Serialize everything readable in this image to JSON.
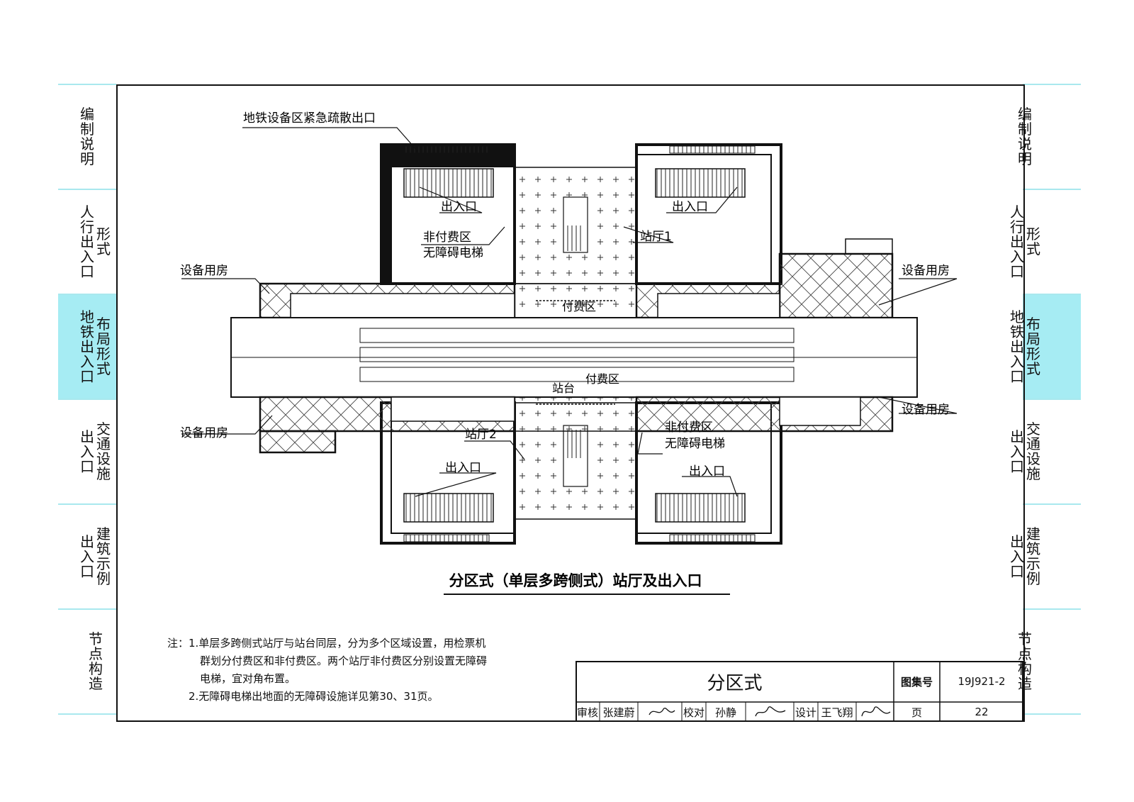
{
  "side_tabs": [
    {
      "lines": [
        "编制说明"
      ]
    },
    {
      "lines": [
        "人行出入口",
        "形式"
      ]
    },
    {
      "lines": [
        "地铁出入口",
        "布局形式"
      ],
      "active": true
    },
    {
      "lines": [
        "出入口",
        "交通设施"
      ]
    },
    {
      "lines": [
        "出入口",
        "建筑示例"
      ]
    },
    {
      "lines": [
        "节点构造"
      ]
    }
  ],
  "labels": {
    "emergency_exit": "地铁设备区紧急疏散出口",
    "exit_tl": "出入口",
    "exit_tr": "出入口",
    "exit_bl": "出入口",
    "exit_br": "出入口",
    "nonpaid_tl": "非付费区",
    "elevator_tl": "无障碍电梯",
    "nonpaid_br": "非付费区",
    "elevator_br": "无障碍电梯",
    "hall1": "站厅1",
    "hall2": "站厅2",
    "paid_top": "付费区",
    "paid_bottom": "付费区",
    "platform": "站台",
    "equip_tl": "设备用房",
    "equip_tr": "设备用房",
    "equip_bl": "设备用房",
    "equip_br": "设备用房"
  },
  "drawing_title": "分区式（单层多跨侧式）站厅及出入口",
  "notes": {
    "prefix": "注：",
    "line1": "1.单层多跨侧式站厅与站台同层，分为多个区域设置，用检票机",
    "line2": "群划分付费区和非付费区。两个站厅非付费区分别设置无障碍",
    "line3": "电梯，宜对角布置。",
    "line4": "2.无障碍电梯出地面的无障碍设施详见第30、31页。"
  },
  "title_block": {
    "title": "分区式",
    "atlas_label": "图集号",
    "atlas_no": "19J921-2",
    "review_label": "审核",
    "reviewer": "张建蔚",
    "check_label": "校对",
    "checker": "孙静",
    "design_label": "设计",
    "designer": "王飞翔",
    "page_label": "页",
    "page_no": "22"
  },
  "colors": {
    "tab_active": "#a6ecf3",
    "tab_line": "#a9e8ee",
    "ink": "#111111"
  }
}
